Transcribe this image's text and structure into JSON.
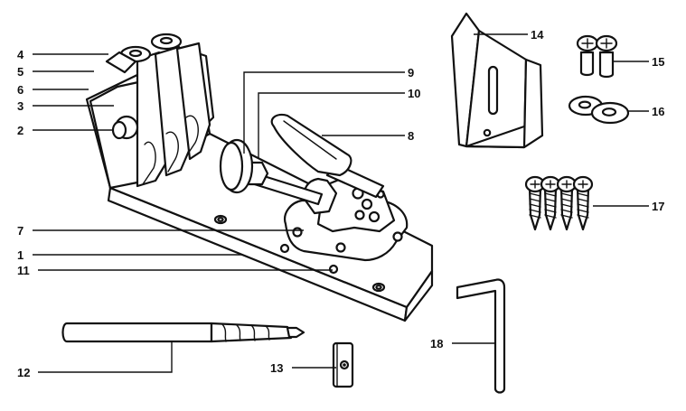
{
  "diagram": {
    "parts": [
      {
        "id": "p1",
        "label": "1"
      },
      {
        "id": "p2",
        "label": "2"
      },
      {
        "id": "p3",
        "label": "3"
      },
      {
        "id": "p4",
        "label": "4"
      },
      {
        "id": "p5",
        "label": "5"
      },
      {
        "id": "p6",
        "label": "6"
      },
      {
        "id": "p7",
        "label": "7"
      },
      {
        "id": "p8",
        "label": "8"
      },
      {
        "id": "p9",
        "label": "9"
      },
      {
        "id": "p10",
        "label": "10"
      },
      {
        "id": "p11",
        "label": "11"
      },
      {
        "id": "p12",
        "label": "12"
      },
      {
        "id": "p13",
        "label": "13"
      },
      {
        "id": "p14",
        "label": "14"
      },
      {
        "id": "p15",
        "label": "15"
      },
      {
        "id": "p16",
        "label": "16"
      },
      {
        "id": "p17",
        "label": "17"
      },
      {
        "id": "p18",
        "label": "18"
      }
    ]
  }
}
